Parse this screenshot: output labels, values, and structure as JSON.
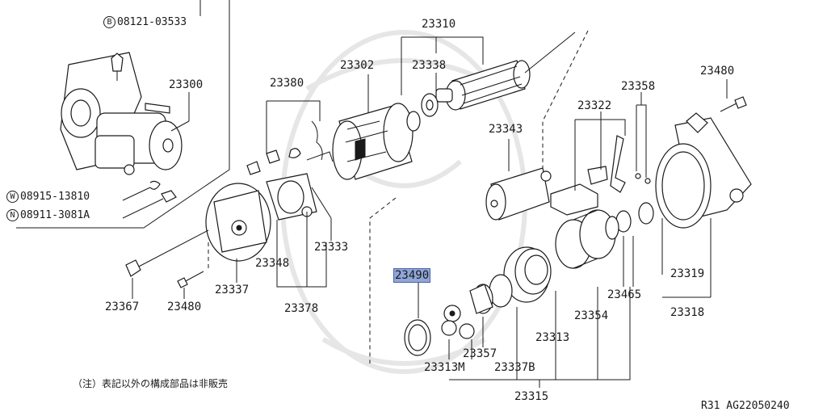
{
  "labels": {
    "b_08121_03533": "08121-03533",
    "w_08915_13810": "08915-13810",
    "n_08911_3081a": "08911-3081A",
    "p23300": "23300",
    "p23310": "23310",
    "p23338": "23338",
    "p23302": "23302",
    "p23380": "23380",
    "p23358": "23358",
    "p23322": "23322",
    "p23480a": "23480",
    "p23343": "23343",
    "p23333": "23333",
    "p23348": "23348",
    "p23337": "23337",
    "p23378": "23378",
    "p23367": "23367",
    "p23480b": "23480",
    "p23490": "23490",
    "p23357": "23357",
    "p23313m": "23313M",
    "p23337b": "23337B",
    "p23313": "23313",
    "p23354": "23354",
    "p23465": "23465",
    "p23319": "23319",
    "p23318": "23318",
    "p23315": "23315"
  },
  "markers": {
    "b": "B",
    "w": "W",
    "n": "N"
  },
  "note": "（注）表記以外の構成部品は非販売",
  "reference": "R31  AG22050240",
  "highlight_color": "#8fa6d8"
}
